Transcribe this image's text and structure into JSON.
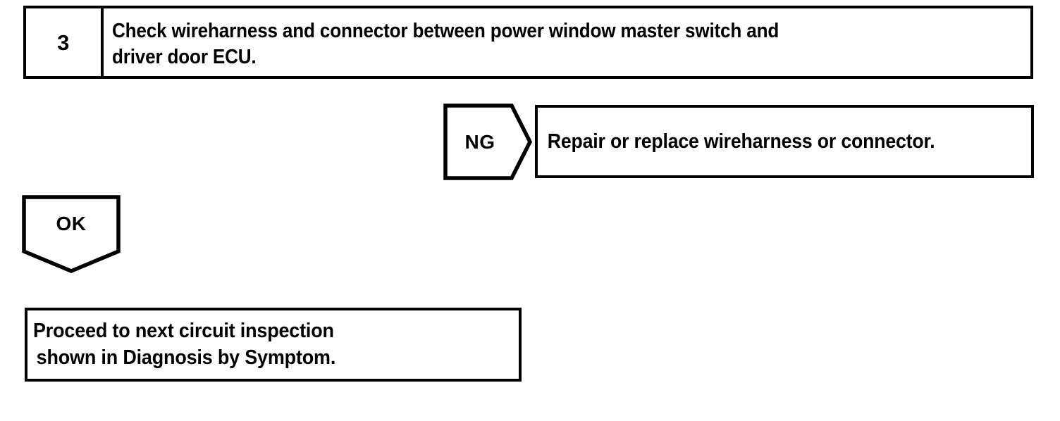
{
  "document": {
    "type": "automotive-diagnostic-flowchart",
    "background_color": "#ffffff",
    "line_color": "#000000"
  },
  "step": {
    "number": "3",
    "instruction_line1": "Check wireharness and connector between power window master switch and",
    "instruction_line2": "driver door ECU."
  },
  "branches": {
    "ng": {
      "label": "NG",
      "shape": "right-pointing-pentagon",
      "result_text": "Repair or replace wireharness or connector."
    },
    "ok": {
      "label": "OK",
      "shape": "down-pointing-pentagon",
      "result_line1": "Proceed to next circuit inspection",
      "result_line2": "shown in Diagnosis by Symptom."
    }
  }
}
